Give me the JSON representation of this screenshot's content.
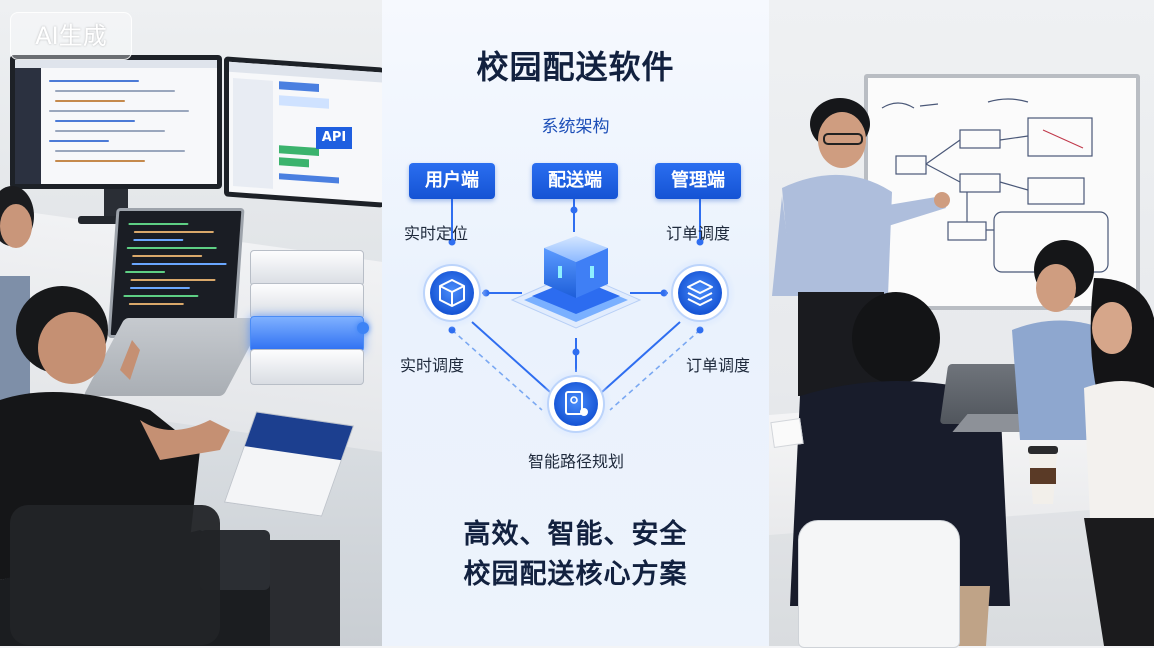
{
  "badge": {
    "label": "AI生成"
  },
  "center": {
    "title": "校园配送软件",
    "subtitle": "系统架构",
    "roles": [
      "用户端",
      "配送端",
      "管理端"
    ],
    "labels": {
      "top_left": "实时定位",
      "top_right": "订单调度",
      "mid_left": "实时调度",
      "mid_right": "订单调度",
      "bottom": "智能路径规划"
    },
    "footer_line1": "高效、智能、安全",
    "footer_line2": "校园配送核心方案"
  },
  "left_scene": {
    "api_label": "API"
  },
  "colors": {
    "accent": "#1d5fe0",
    "accent_dark": "#1553d4",
    "title": "#12213f"
  },
  "icons": [
    "box-icon",
    "server-icon",
    "layers-icon",
    "route-icon"
  ]
}
